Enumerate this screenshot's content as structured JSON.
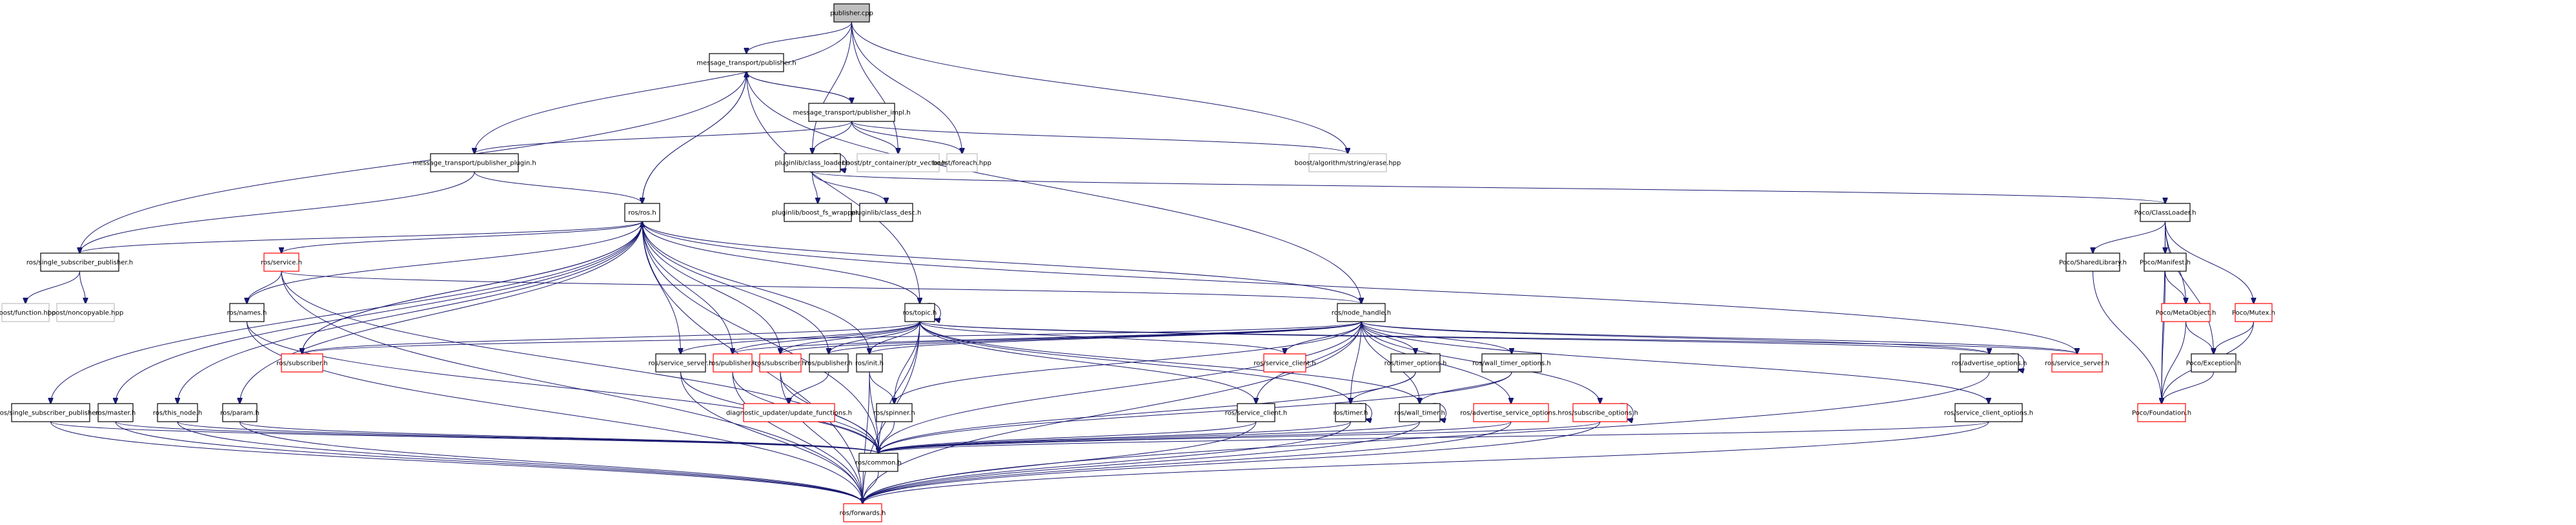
{
  "diagram": {
    "type": "include-dependency-graph",
    "root": "publisher.cpp",
    "colors": {
      "edge": "#191970",
      "root_fill": "#bfbfbf",
      "documented_border": "#000000",
      "truncated_border": "#ff0000",
      "external_border": "#bfbfbf"
    },
    "nodes": [
      {
        "id": "publisher_cpp",
        "label": "publisher.cpp",
        "kind": "root"
      },
      {
        "id": "mt_publisher_h",
        "label": "message_transport/publisher.h",
        "kind": "normal"
      },
      {
        "id": "mt_publisher_impl_h",
        "label": "message_transport/publisher_impl.h",
        "kind": "normal"
      },
      {
        "id": "mt_publisher_plugin_h",
        "label": "message_transport/publisher_plugin.h",
        "kind": "normal"
      },
      {
        "id": "pl_class_loader_h",
        "label": "pluginlib/class_loader.h",
        "kind": "normal"
      },
      {
        "id": "boost_ptr_vector",
        "label": "boost/ptr_container/ptr_vector.hpp",
        "kind": "external"
      },
      {
        "id": "boost_foreach",
        "label": "boost/foreach.hpp",
        "kind": "external"
      },
      {
        "id": "boost_erase",
        "label": "boost/algorithm/string/erase.hpp",
        "kind": "external"
      },
      {
        "id": "pl_boost_fs_wrapper_h",
        "label": "pluginlib/boost_fs_wrapper.h",
        "kind": "normal"
      },
      {
        "id": "pl_class_desc_h",
        "label": "pluginlib/class_desc.h",
        "kind": "normal"
      },
      {
        "id": "ros_ros_h",
        "label": "ros/ros.h",
        "kind": "normal"
      },
      {
        "id": "ros_ssp_h_top",
        "label": "ros/single_subscriber_publisher.h",
        "kind": "normal"
      },
      {
        "id": "boost_function",
        "label": "boost/function.hpp",
        "kind": "external"
      },
      {
        "id": "boost_noncopyable",
        "label": "boost/noncopyable.hpp",
        "kind": "external"
      },
      {
        "id": "ros_service_h",
        "label": "ros/service.h",
        "kind": "truncated"
      },
      {
        "id": "ros_names_h",
        "label": "ros/names.h",
        "kind": "normal"
      },
      {
        "id": "ros_subscriber_h_a",
        "label": "ros/subscriber.h",
        "kind": "truncated"
      },
      {
        "id": "ros_topic_h",
        "label": "ros/topic.h",
        "kind": "normal"
      },
      {
        "id": "ros_node_handle_h",
        "label": "ros/node_handle.h",
        "kind": "normal"
      },
      {
        "id": "ros_service_server_h_a",
        "label": "ros/service_server.h",
        "kind": "normal"
      },
      {
        "id": "ros_publisher_h_a",
        "label": "ros/publisher.h",
        "kind": "truncated"
      },
      {
        "id": "ros_subscriber_h_b",
        "label": "ros/subscriber.h",
        "kind": "truncated"
      },
      {
        "id": "ros_publisher_h_b",
        "label": "ros/publisher.h",
        "kind": "normal"
      },
      {
        "id": "ros_init_h",
        "label": "ros/init.h",
        "kind": "normal"
      },
      {
        "id": "ros_service_client_h_a",
        "label": "ros/service_client.h",
        "kind": "truncated"
      },
      {
        "id": "ros_timer_options_h",
        "label": "ros/timer_options.h",
        "kind": "normal"
      },
      {
        "id": "ros_wall_timer_options_h",
        "label": "ros/wall_timer_options.h",
        "kind": "normal"
      },
      {
        "id": "ros_advertise_options_h",
        "label": "ros/advertise_options.h",
        "kind": "normal"
      },
      {
        "id": "ros_service_server_h_b",
        "label": "ros/service_server.h",
        "kind": "truncated"
      },
      {
        "id": "diag_update_functions_h",
        "label": "diagnostic_updater/update_functions.h",
        "kind": "truncated"
      },
      {
        "id": "ros_ssp_h_bottom",
        "label": "ros/single_subscriber_publisher.h",
        "kind": "normal"
      },
      {
        "id": "ros_master_h",
        "label": "ros/master.h",
        "kind": "normal"
      },
      {
        "id": "ros_this_node_h",
        "label": "ros/this_node.h",
        "kind": "normal"
      },
      {
        "id": "ros_param_h",
        "label": "ros/param.h",
        "kind": "normal"
      },
      {
        "id": "ros_spinner_h",
        "label": "ros/spinner.h",
        "kind": "normal"
      },
      {
        "id": "ros_service_client_h_b",
        "label": "ros/service_client.h",
        "kind": "normal"
      },
      {
        "id": "ros_timer_h",
        "label": "ros/timer.h",
        "kind": "normal"
      },
      {
        "id": "ros_wall_timer_h",
        "label": "ros/wall_timer.h",
        "kind": "normal"
      },
      {
        "id": "ros_adv_srv_options_h",
        "label": "ros/advertise_service_options.h",
        "kind": "truncated"
      },
      {
        "id": "ros_subscribe_options_h",
        "label": "ros/subscribe_options.h",
        "kind": "truncated"
      },
      {
        "id": "ros_service_client_options_h",
        "label": "ros/service_client_options.h",
        "kind": "normal"
      },
      {
        "id": "ros_common_h",
        "label": "ros/common.h",
        "kind": "normal"
      },
      {
        "id": "ros_forwards_h",
        "label": "ros/forwards.h",
        "kind": "truncated"
      },
      {
        "id": "poco_classloader_h",
        "label": "Poco/ClassLoader.h",
        "kind": "normal"
      },
      {
        "id": "poco_sharedlibrary_h",
        "label": "Poco/SharedLibrary.h",
        "kind": "normal"
      },
      {
        "id": "poco_manifest_h",
        "label": "Poco/Manifest.h",
        "kind": "normal"
      },
      {
        "id": "poco_metaobject_h",
        "label": "Poco/MetaObject.h",
        "kind": "truncated"
      },
      {
        "id": "poco_mutex_h",
        "label": "Poco/Mutex.h",
        "kind": "truncated"
      },
      {
        "id": "poco_exception_h",
        "label": "Poco/Exception.h",
        "kind": "normal"
      },
      {
        "id": "poco_foundation_h",
        "label": "Poco/Foundation.h",
        "kind": "truncated"
      }
    ],
    "edges": [
      [
        "publisher_cpp",
        "mt_publisher_h"
      ],
      [
        "publisher_cpp",
        "mt_publisher_plugin_h"
      ],
      [
        "publisher_cpp",
        "pl_class_loader_h"
      ],
      [
        "publisher_cpp",
        "boost_ptr_vector"
      ],
      [
        "publisher_cpp",
        "boost_foreach"
      ],
      [
        "publisher_cpp",
        "boost_erase"
      ],
      [
        "mt_publisher_h",
        "mt_publisher_impl_h"
      ],
      [
        "mt_publisher_impl_h",
        "mt_publisher_h"
      ],
      [
        "mt_publisher_h",
        "ros_ros_h"
      ],
      [
        "mt_publisher_h",
        "ros_ssp_h_top"
      ],
      [
        "mt_publisher_impl_h",
        "mt_publisher_plugin_h"
      ],
      [
        "mt_publisher_impl_h",
        "pl_class_loader_h"
      ],
      [
        "mt_publisher_impl_h",
        "boost_ptr_vector"
      ],
      [
        "mt_publisher_impl_h",
        "boost_foreach"
      ],
      [
        "mt_publisher_impl_h",
        "boost_erase"
      ],
      [
        "mt_publisher_plugin_h",
        "ros_ros_h"
      ],
      [
        "mt_publisher_plugin_h",
        "ros_ssp_h_top"
      ],
      [
        "pl_class_loader_h",
        "pl_class_loader_h"
      ],
      [
        "pl_class_loader_h",
        "pl_boost_fs_wrapper_h"
      ],
      [
        "pl_class_loader_h",
        "pl_class_desc_h"
      ],
      [
        "pl_class_loader_h",
        "poco_classloader_h"
      ],
      [
        "ros_ros_h",
        "mt_publisher_h"
      ],
      [
        "ros_ros_h",
        "ros_ssp_h_top"
      ],
      [
        "ros_ros_h",
        "ros_service_h"
      ],
      [
        "ros_ros_h",
        "ros_names_h"
      ],
      [
        "ros_ros_h",
        "ros_subscriber_h_a"
      ],
      [
        "ros_ros_h",
        "ros_topic_h"
      ],
      [
        "ros_ros_h",
        "ros_node_handle_h"
      ],
      [
        "ros_ros_h",
        "ros_service_server_h_a"
      ],
      [
        "ros_ros_h",
        "ros_publisher_h_a"
      ],
      [
        "ros_ros_h",
        "ros_subscriber_h_b"
      ],
      [
        "ros_ros_h",
        "ros_publisher_h_b"
      ],
      [
        "ros_ros_h",
        "ros_init_h"
      ],
      [
        "ros_ros_h",
        "ros_service_server_h_b"
      ],
      [
        "ros_ros_h",
        "ros_ssp_h_bottom"
      ],
      [
        "ros_ros_h",
        "ros_master_h"
      ],
      [
        "ros_ros_h",
        "ros_this_node_h"
      ],
      [
        "ros_ros_h",
        "ros_param_h"
      ],
      [
        "ros_ros_h",
        "ros_common_h"
      ],
      [
        "ros_ros_h",
        "ros_forwards_h"
      ],
      [
        "ros_ssp_h_top",
        "boost_function"
      ],
      [
        "ros_ssp_h_top",
        "boost_noncopyable"
      ],
      [
        "ros_service_h",
        "ros_names_h"
      ],
      [
        "ros_service_h",
        "ros_node_handle_h"
      ],
      [
        "ros_service_h",
        "ros_common_h"
      ],
      [
        "ros_service_h",
        "ros_forwards_h"
      ],
      [
        "ros_names_h",
        "ros_common_h"
      ],
      [
        "ros_names_h",
        "ros_forwards_h"
      ],
      [
        "ros_subscriber_h_a",
        "ros_ros_h"
      ],
      [
        "ros_topic_h",
        "ros_topic_h"
      ],
      [
        "ros_topic_h",
        "ros_subscriber_h_a"
      ],
      [
        "ros_topic_h",
        "ros_service_server_h_a"
      ],
      [
        "ros_topic_h",
        "ros_publisher_h_a"
      ],
      [
        "ros_topic_h",
        "ros_subscriber_h_b"
      ],
      [
        "ros_topic_h",
        "ros_publisher_h_b"
      ],
      [
        "ros_topic_h",
        "ros_init_h"
      ],
      [
        "ros_topic_h",
        "ros_spinner_h"
      ],
      [
        "ros_topic_h",
        "ros_service_client_h_a"
      ],
      [
        "ros_topic_h",
        "ros_service_client_h_b"
      ],
      [
        "ros_topic_h",
        "ros_timer_h"
      ],
      [
        "ros_topic_h",
        "ros_wall_timer_h"
      ],
      [
        "ros_topic_h",
        "ros_common_h"
      ],
      [
        "ros_topic_h",
        "ros_forwards_h"
      ],
      [
        "ros_topic_h",
        "ros_advertise_options_h"
      ],
      [
        "ros_topic_h",
        "ros_service_server_h_b"
      ],
      [
        "ros_topic_h",
        "mt_publisher_h"
      ],
      [
        "ros_node_handle_h",
        "mt_publisher_h"
      ],
      [
        "ros_node_handle_h",
        "ros_subscriber_h_a"
      ],
      [
        "ros_node_handle_h",
        "ros_publisher_h_a"
      ],
      [
        "ros_node_handle_h",
        "ros_subscriber_h_b"
      ],
      [
        "ros_node_handle_h",
        "ros_publisher_h_b"
      ],
      [
        "ros_node_handle_h",
        "ros_init_h"
      ],
      [
        "ros_node_handle_h",
        "ros_service_client_h_a"
      ],
      [
        "ros_node_handle_h",
        "ros_timer_options_h"
      ],
      [
        "ros_node_handle_h",
        "ros_wall_timer_options_h"
      ],
      [
        "ros_node_handle_h",
        "ros_advertise_options_h"
      ],
      [
        "ros_node_handle_h",
        "ros_service_server_h_b"
      ],
      [
        "ros_node_handle_h",
        "ros_spinner_h"
      ],
      [
        "ros_node_handle_h",
        "ros_service_client_h_b"
      ],
      [
        "ros_node_handle_h",
        "ros_timer_h"
      ],
      [
        "ros_node_handle_h",
        "ros_wall_timer_h"
      ],
      [
        "ros_node_handle_h",
        "ros_adv_srv_options_h"
      ],
      [
        "ros_node_handle_h",
        "ros_subscribe_options_h"
      ],
      [
        "ros_node_handle_h",
        "ros_service_client_options_h"
      ],
      [
        "ros_node_handle_h",
        "ros_common_h"
      ],
      [
        "ros_node_handle_h",
        "ros_forwards_h"
      ],
      [
        "ros_service_server_h_a",
        "ros_common_h"
      ],
      [
        "ros_service_server_h_a",
        "ros_forwards_h"
      ],
      [
        "ros_publisher_h_a",
        "ros_common_h"
      ],
      [
        "ros_publisher_h_a",
        "ros_forwards_h"
      ],
      [
        "ros_subscriber_h_b",
        "ros_common_h"
      ],
      [
        "ros_subscriber_h_b",
        "ros_forwards_h"
      ],
      [
        "ros_publisher_h_b",
        "diag_update_functions_h"
      ],
      [
        "ros_init_h",
        "ros_spinner_h"
      ],
      [
        "ros_init_h",
        "ros_common_h"
      ],
      [
        "ros_init_h",
        "ros_forwards_h"
      ],
      [
        "ros_timer_options_h",
        "ros_timer_h"
      ],
      [
        "ros_timer_options_h",
        "ros_common_h"
      ],
      [
        "ros_wall_timer_options_h",
        "ros_wall_timer_h"
      ],
      [
        "ros_wall_timer_options_h",
        "ros_common_h"
      ],
      [
        "ros_advertise_options_h",
        "ros_advertise_options_h"
      ],
      [
        "ros_advertise_options_h",
        "ros_forwards_h"
      ],
      [
        "ros_ssp_h_bottom",
        "ros_common_h"
      ],
      [
        "ros_ssp_h_bottom",
        "ros_forwards_h"
      ],
      [
        "ros_master_h",
        "ros_common_h"
      ],
      [
        "ros_master_h",
        "ros_forwards_h"
      ],
      [
        "ros_this_node_h",
        "ros_common_h"
      ],
      [
        "ros_this_node_h",
        "ros_forwards_h"
      ],
      [
        "ros_param_h",
        "ros_common_h"
      ],
      [
        "ros_param_h",
        "ros_forwards_h"
      ],
      [
        "ros_spinner_h",
        "ros_common_h"
      ],
      [
        "ros_service_client_h_b",
        "ros_common_h"
      ],
      [
        "ros_service_client_h_b",
        "ros_forwards_h"
      ],
      [
        "ros_timer_h",
        "ros_timer_h"
      ],
      [
        "ros_timer_h",
        "ros_common_h"
      ],
      [
        "ros_timer_h",
        "ros_forwards_h"
      ],
      [
        "ros_wall_timer_h",
        "ros_wall_timer_h"
      ],
      [
        "ros_wall_timer_h",
        "ros_common_h"
      ],
      [
        "ros_wall_timer_h",
        "ros_forwards_h"
      ],
      [
        "ros_adv_srv_options_h",
        "ros_common_h"
      ],
      [
        "ros_adv_srv_options_h",
        "ros_forwards_h"
      ],
      [
        "ros_subscribe_options_h",
        "ros_subscribe_options_h"
      ],
      [
        "ros_subscribe_options_h",
        "ros_common_h"
      ],
      [
        "ros_subscribe_options_h",
        "ros_forwards_h"
      ],
      [
        "ros_service_client_options_h",
        "ros_common_h"
      ],
      [
        "ros_service_client_options_h",
        "ros_forwards_h"
      ],
      [
        "ros_common_h",
        "ros_forwards_h"
      ],
      [
        "poco_classloader_h",
        "poco_sharedlibrary_h"
      ],
      [
        "poco_classloader_h",
        "poco_manifest_h"
      ],
      [
        "poco_classloader_h",
        "poco_metaobject_h"
      ],
      [
        "poco_classloader_h",
        "poco_mutex_h"
      ],
      [
        "poco_classloader_h",
        "poco_exception_h"
      ],
      [
        "poco_classloader_h",
        "poco_foundation_h"
      ],
      [
        "poco_sharedlibrary_h",
        "poco_foundation_h"
      ],
      [
        "poco_manifest_h",
        "poco_metaobject_h"
      ],
      [
        "poco_manifest_h",
        "poco_foundation_h"
      ],
      [
        "poco_metaobject_h",
        "poco_exception_h"
      ],
      [
        "poco_metaobject_h",
        "poco_foundation_h"
      ],
      [
        "poco_mutex_h",
        "poco_exception_h"
      ],
      [
        "poco_mutex_h",
        "poco_foundation_h"
      ],
      [
        "poco_exception_h",
        "poco_foundation_h"
      ]
    ]
  }
}
